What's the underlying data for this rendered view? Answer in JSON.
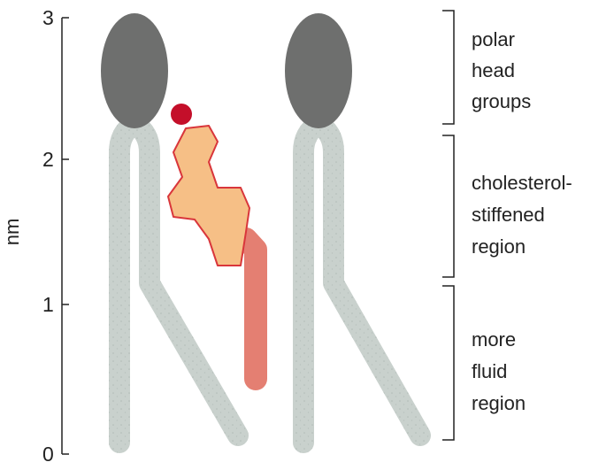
{
  "axis": {
    "label": "nm",
    "ticks": [
      "0",
      "1",
      "2",
      "3"
    ]
  },
  "regions": {
    "polar": [
      "polar",
      "head",
      "groups"
    ],
    "cholesterol": [
      "cholesterol-",
      "stiffened",
      "region"
    ],
    "fluid": [
      "more",
      "fluid",
      "region"
    ]
  },
  "colors": {
    "head": "#6e6f6e",
    "tail": "#c9d1cd",
    "cholesterol_ring": "#f6bf86",
    "cholesterol_outline": "#d9363b",
    "cholesterol_hydroxyl": "#c40f2a",
    "cholesterol_tail": "#e47f72",
    "ink": "#222222"
  }
}
